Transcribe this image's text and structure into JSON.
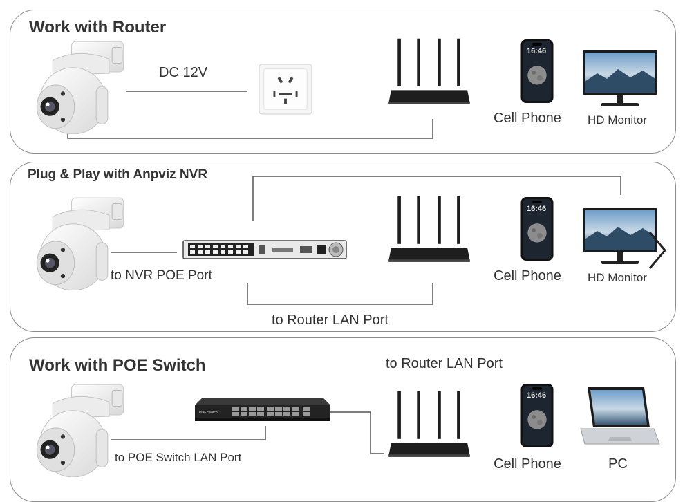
{
  "panels": [
    {
      "title": "Work with Router",
      "labels": {
        "power": "DC 12V",
        "phone": "Cell Phone",
        "monitor": "HD Monitor"
      }
    },
    {
      "title": "Plug & Play with Anpviz NVR",
      "labels": {
        "nvr_port": "to NVR POE Port",
        "router_lan": "to Router LAN Port",
        "phone": "Cell Phone",
        "monitor": "HD Monitor"
      }
    },
    {
      "title": "Work with POE Switch",
      "labels": {
        "router_lan": "to Router LAN Port",
        "switch_port": "to POE Switch LAN Port",
        "phone": "Cell Phone",
        "pc": "PC"
      }
    }
  ],
  "phone_clock": "16:46",
  "switch_brand": "POE Switch",
  "colors": {
    "border": "#8c8c8c",
    "wire": "#555555",
    "device_dark": "#1e1e1e",
    "camera": "#f2f2f2"
  }
}
